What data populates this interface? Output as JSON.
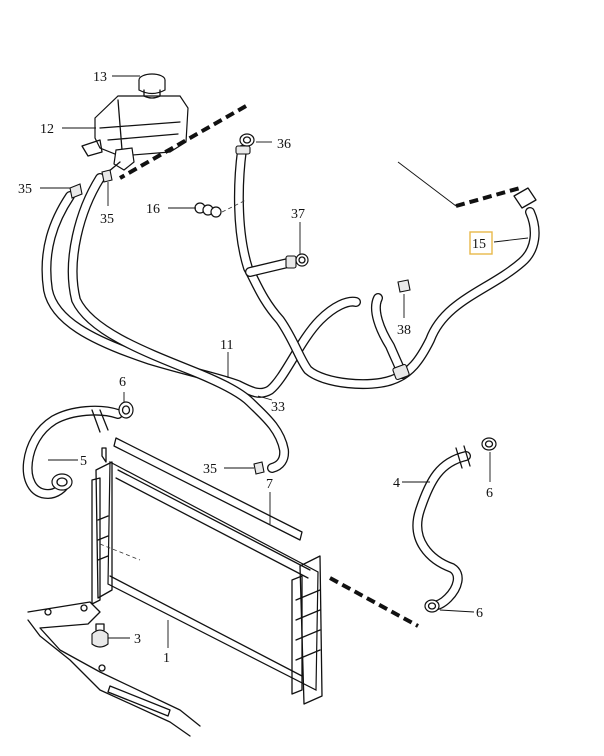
{
  "labels": {
    "p1": "1",
    "p3": "3",
    "p4": "4",
    "p5": "5",
    "p6a": "6",
    "p6b": "6",
    "p6c": "6",
    "p7": "7",
    "p11": "11",
    "p12": "12",
    "p13": "13",
    "p15": "15",
    "p16": "16",
    "p33": "33",
    "p35a": "35",
    "p35b": "35",
    "p35c": "35",
    "p36": "36",
    "p37": "37",
    "p38": "38"
  },
  "highlight_color": "#e8b84a"
}
